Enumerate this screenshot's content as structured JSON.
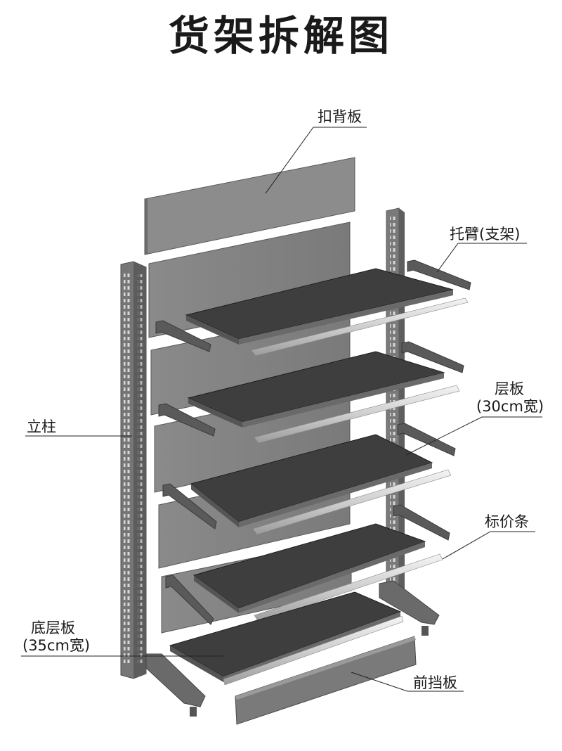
{
  "title": "货架拆解图",
  "labels": {
    "back_panel": "扣背板",
    "bracket": "托臂(支架)",
    "shelf": "层板",
    "shelf_width": "(30cm宽)",
    "upright": "立柱",
    "price_strip": "标价条",
    "bottom_shelf": "底层板",
    "bottom_shelf_width": "(35cm宽)",
    "front_baffle": "前挡板"
  },
  "colors": {
    "panel": "#828282",
    "panel_light": "#9a9a9a",
    "post": "#6c6c6c",
    "shelf_top": "#3e3e3e",
    "shelf_edge": "#6a6a6a",
    "strip": "#d9d9d9",
    "line": "#222222"
  }
}
